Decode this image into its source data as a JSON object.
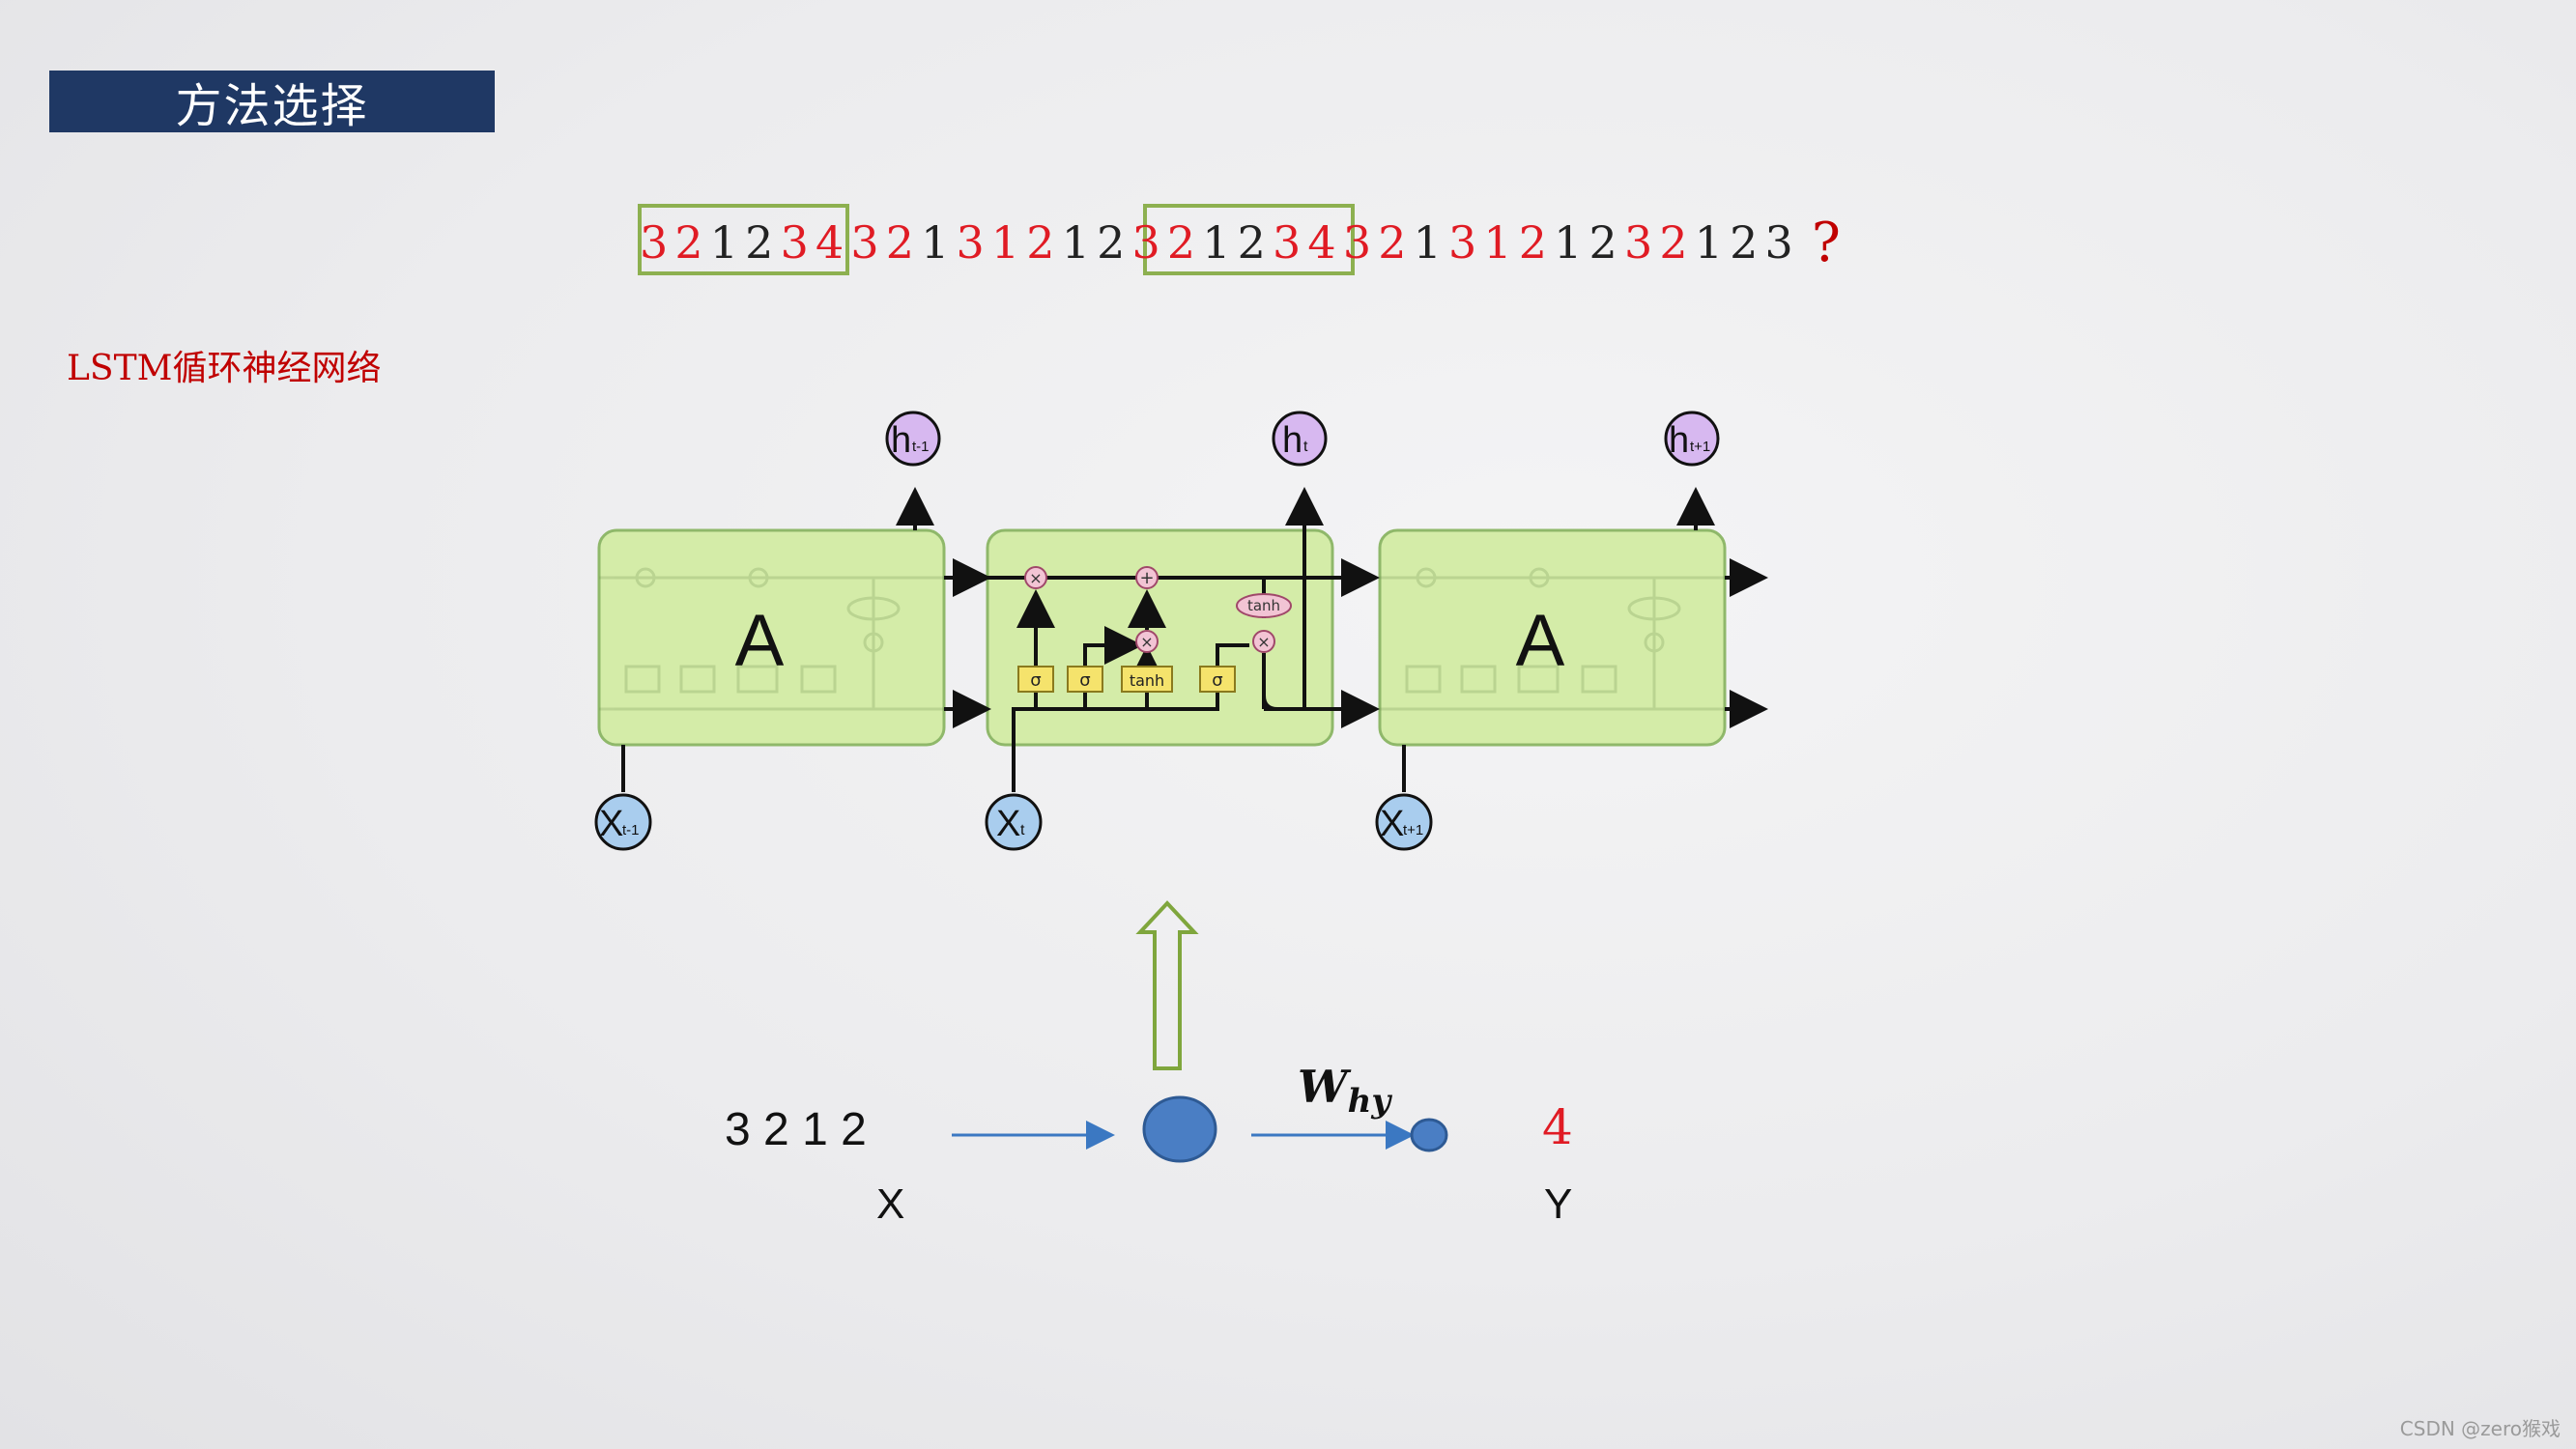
{
  "header": {
    "title": "方法选择"
  },
  "sequence": {
    "digits": [
      {
        "d": "3",
        "c": "red"
      },
      {
        "d": "2",
        "c": "red"
      },
      {
        "d": "1",
        "c": "black"
      },
      {
        "d": "2",
        "c": "black"
      },
      {
        "d": "3",
        "c": "red"
      },
      {
        "d": "4",
        "c": "red"
      },
      {
        "d": "3",
        "c": "red"
      },
      {
        "d": "2",
        "c": "red"
      },
      {
        "d": "1",
        "c": "black"
      },
      {
        "d": "3",
        "c": "red"
      },
      {
        "d": "1",
        "c": "red"
      },
      {
        "d": "2",
        "c": "red"
      },
      {
        "d": "1",
        "c": "black"
      },
      {
        "d": "2",
        "c": "black"
      },
      {
        "d": "3",
        "c": "red"
      },
      {
        "d": "2",
        "c": "red"
      },
      {
        "d": "1",
        "c": "black"
      },
      {
        "d": "2",
        "c": "black"
      },
      {
        "d": "3",
        "c": "red"
      },
      {
        "d": "4",
        "c": "red"
      },
      {
        "d": "3",
        "c": "red"
      },
      {
        "d": "2",
        "c": "red"
      },
      {
        "d": "1",
        "c": "black"
      },
      {
        "d": "3",
        "c": "red"
      },
      {
        "d": "1",
        "c": "red"
      },
      {
        "d": "2",
        "c": "red"
      },
      {
        "d": "1",
        "c": "black"
      },
      {
        "d": "2",
        "c": "black"
      },
      {
        "d": "3",
        "c": "red"
      },
      {
        "d": "2",
        "c": "red"
      },
      {
        "d": "1",
        "c": "black"
      },
      {
        "d": "2",
        "c": "black"
      },
      {
        "d": "3",
        "c": "black"
      }
    ],
    "question_mark": "?"
  },
  "lstm": {
    "label": "LSTM循环神经网络",
    "cell_label": "A",
    "h_prev": {
      "main": "h",
      "sub": "t-1"
    },
    "h_cur": {
      "main": "h",
      "sub": "t"
    },
    "h_next": {
      "main": "h",
      "sub": "t+1"
    },
    "x_prev": {
      "main": "X",
      "sub": "t-1"
    },
    "x_cur": {
      "main": "X",
      "sub": "t"
    },
    "x_next": {
      "main": "X",
      "sub": "t+1"
    },
    "gates": [
      "σ",
      "σ",
      "tanh",
      "σ"
    ],
    "tanh_label": "tanh",
    "op_multiply": "×",
    "op_add": "+"
  },
  "example": {
    "input_values": "3  2  1  2",
    "x_label": "X",
    "weight_main": "W",
    "weight_sub": "hy",
    "output_value": "4",
    "y_label": "Y"
  },
  "colors": {
    "title_bg": "#1f3864",
    "red": "#e01b24",
    "box_green": "#8db050",
    "cell_fill": "#d4eca8",
    "cell_stroke": "#8fb86a",
    "node_blue": "#4a7ec4",
    "h_fill": "#d7b8f0",
    "x_fill": "#a9cdee",
    "gate_yellow": "#f5e36c"
  },
  "watermark": "CSDN @zero猴戏"
}
